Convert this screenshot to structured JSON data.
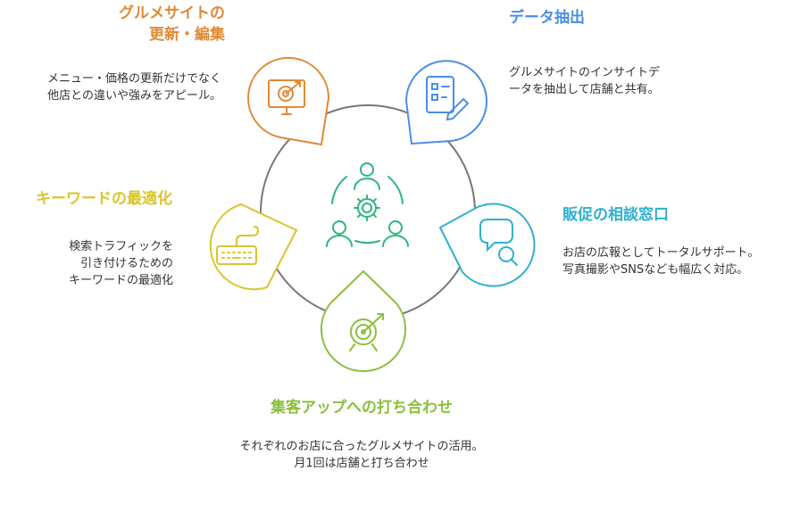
{
  "center_icon": "team-collaboration-gear-icon",
  "colors": {
    "orange": "#E08A35",
    "blue": "#4A8FE3",
    "teal": "#2FB0D0",
    "green": "#8BBF3C",
    "yellow": "#D9C62E",
    "center": "#2EB67D",
    "ring": "#777777"
  },
  "items": {
    "update": {
      "title_l1": "グルメサイトの",
      "title_l2": "更新・編集",
      "desc_l1": "メニュー・価格の更新だけでなく",
      "desc_l2": "他店との違いや強みをアピール。",
      "icon": "monitor-target-icon"
    },
    "data": {
      "title": "データ抽出",
      "desc_l1": "グルメサイトのインサイトデ",
      "desc_l2": "ータを抽出して店舗と共有。",
      "icon": "checklist-pen-icon"
    },
    "promo": {
      "title": "販促の相談窓口",
      "desc_l1": "お店の広報としてトータルサポート。",
      "desc_l2": "写真撮影やSNSなども幅広く対応。",
      "icon": "chat-search-icon"
    },
    "meeting": {
      "title": "集客アップへの打ち合わせ",
      "desc_l1": "それぞれのお店に合ったグルメサイトの活用。",
      "desc_l2": "月1回は店舗と打ち合わせ",
      "icon": "target-arrow-icon"
    },
    "keyword": {
      "title": "キーワードの最適化",
      "desc_l1": "検索トラフィックを",
      "desc_l2": "引き付けるための",
      "desc_l3": "キーワードの最適化",
      "icon": "keyboard-icon"
    }
  }
}
